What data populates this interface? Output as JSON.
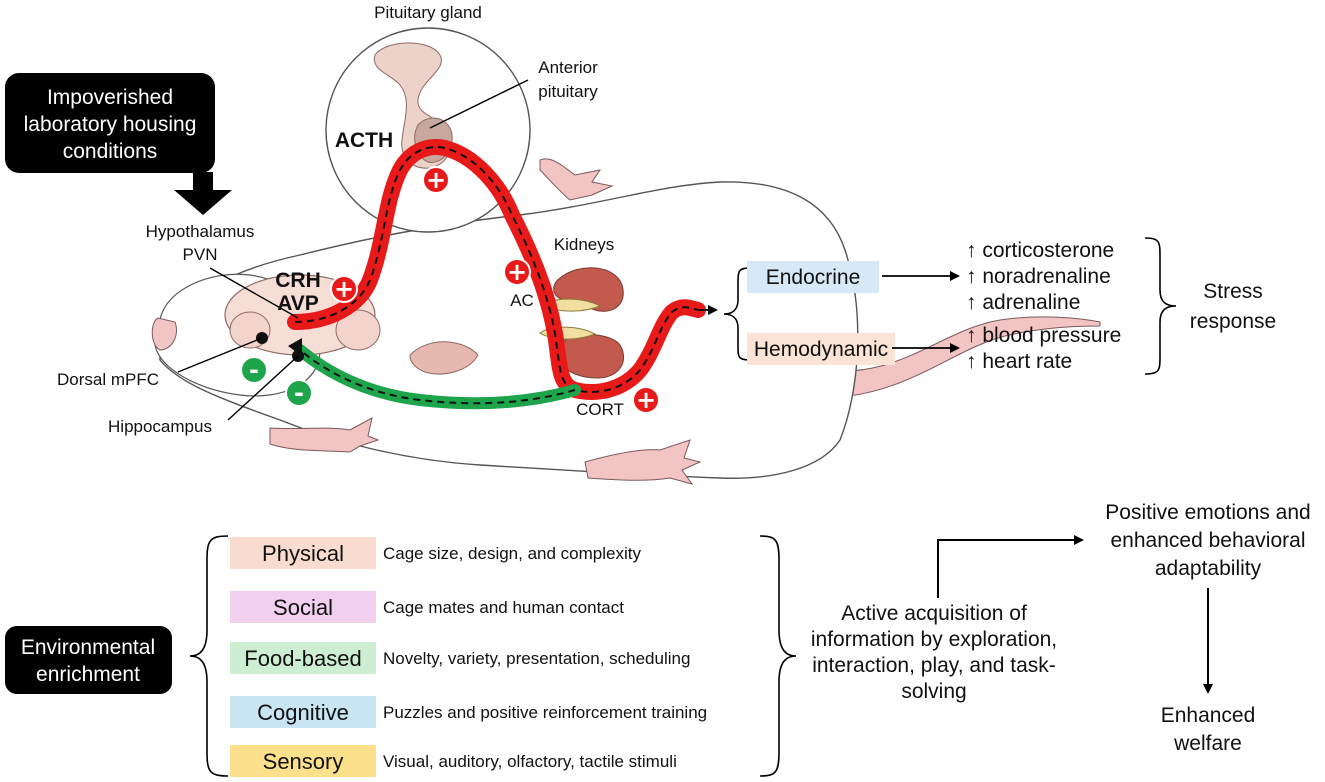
{
  "top_box": {
    "lines": [
      "Impoverished",
      "laboratory housing",
      "conditions"
    ]
  },
  "anatomy": {
    "pituitary_gland": "Pituitary gland",
    "anterior_pituitary": [
      "Anterior",
      "pituitary"
    ],
    "acth": "ACTH",
    "hypothalamus": [
      "Hypothalamus",
      "PVN"
    ],
    "crh": "CRH",
    "avp": "AVP",
    "kidneys": "Kidneys",
    "ac": "AC",
    "cort": "CORT",
    "dorsal_mpfc": "Dorsal mPFC",
    "hippocampus": "Hippocampus",
    "plus_symbol": "+",
    "minus_symbol": "-"
  },
  "response": {
    "endocrine_label": "Endocrine",
    "hemodynamic_label": "Hemodynamic",
    "endocrine_items": [
      "↑ corticosterone",
      "↑ noradrenaline",
      "↑ adrenaline"
    ],
    "hemodynamic_items": [
      "↑ blood pressure",
      "↑ heart rate"
    ],
    "stress_response": [
      "Stress",
      "response"
    ]
  },
  "enrichment": {
    "box_lines": [
      "Environmental",
      "enrichment"
    ],
    "categories": [
      {
        "name": "Physical",
        "description": "Cage size, design, and complexity",
        "color": "#f8dccf"
      },
      {
        "name": "Social",
        "description": "Cage mates and human contact",
        "color": "#f0d0ee"
      },
      {
        "name": "Food-based",
        "description": "Novelty, variety, presentation, scheduling",
        "color": "#cdeed2"
      },
      {
        "name": "Cognitive",
        "description": "Puzzles and positive reinforcement training",
        "color": "#c9e4f3"
      },
      {
        "name": "Sensory",
        "description": "Visual, auditory, olfactory, tactile stimuli",
        "color": "#fde08b"
      }
    ],
    "active_acquisition": [
      "Active acquisition of",
      "information by exploration,",
      "interaction, play, and task-",
      "solving"
    ],
    "positive_emotions": [
      "Positive emotions and",
      "enhanced behavioral",
      "adaptability"
    ],
    "enhanced_welfare": [
      "Enhanced",
      "welfare"
    ]
  },
  "colors": {
    "stimulation_path": "#e81919",
    "inhibition_path": "#1ea44a",
    "black_box": "#000000",
    "endocrine_fill": "#d7e9f7",
    "hemodynamic_fill": "#fbe4d6",
    "organ_fill": "#c25b4e",
    "gland_fill": "#f2dfa0",
    "limb_fill": "#f2c4c4"
  }
}
